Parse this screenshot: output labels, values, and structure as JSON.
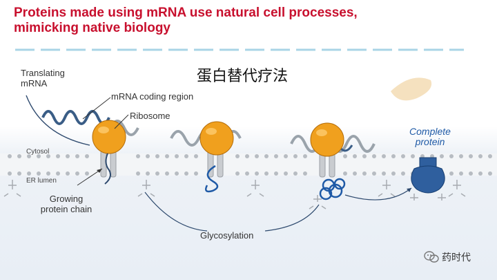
{
  "slide": {
    "title_line1": "Proteins made using mRNA use natural cell processes,",
    "title_line2": "mimicking native biology",
    "chinese_title": "蛋白替代疗法",
    "labels": {
      "translating_mrna": "Translating mRNA",
      "coding_region": "mRNA coding region",
      "ribosome": "Ribosome",
      "cytosol": "Cytosol",
      "er_lumen": "ER lumen",
      "growing_chain": "Growing protein chain",
      "glycosylation": "Glycosylation",
      "complete_protein": "Complete protein"
    },
    "watermark": "药时代",
    "colors": {
      "title": "#c8102e",
      "ribosome": "#f0a01e",
      "mrna": "#2e4a6e",
      "protein": "#1f5aa6",
      "divider": "#a9d4e6"
    }
  }
}
